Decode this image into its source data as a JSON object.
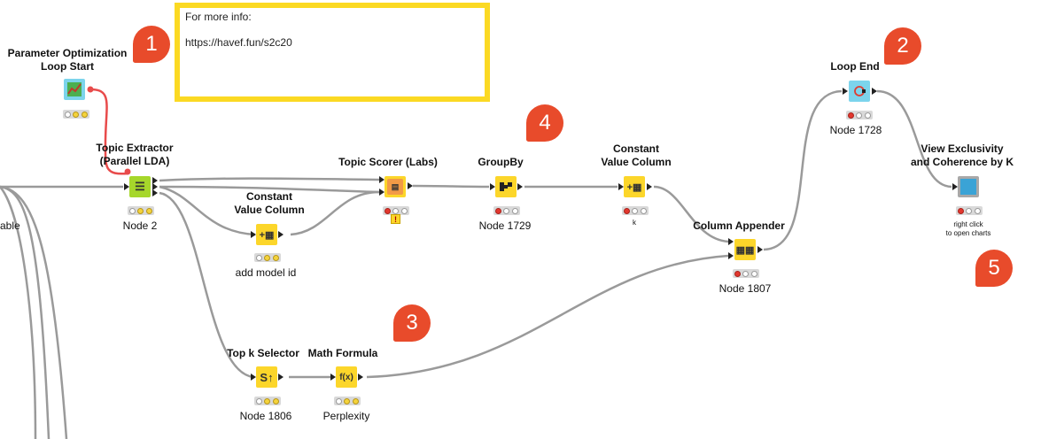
{
  "annotation": {
    "line1": "For more info:",
    "line2": "https://havef.fun/s2c20"
  },
  "nodes": {
    "param_opt": {
      "label_line1": "Parameter Optimization",
      "label_line2": "Loop Start",
      "status": [
        "gray",
        "yellow",
        "yellow"
      ]
    },
    "topic_extractor": {
      "label_line1": "Topic Extractor",
      "label_line2": "(Parallel LDA)",
      "name": "Node 2",
      "status": [
        "gray",
        "yellow",
        "yellow"
      ]
    },
    "constant_1": {
      "label_line1": "Constant",
      "label_line2": "Value Column",
      "name": "add model id",
      "status": [
        "gray",
        "yellow",
        "yellow"
      ]
    },
    "topic_scorer": {
      "label": "Topic Scorer (Labs)",
      "status": [
        "red",
        "gray",
        "gray"
      ],
      "warning": "!"
    },
    "groupby": {
      "label": "GroupBy",
      "name": "Node 1729",
      "status": [
        "red",
        "gray",
        "gray"
      ]
    },
    "constant_2": {
      "label_line1": "Constant",
      "label_line2": "Value Column",
      "name": "k",
      "status": [
        "red",
        "gray",
        "gray"
      ]
    },
    "column_appender": {
      "label": "Column Appender",
      "name": "Node 1807",
      "status": [
        "red",
        "gray",
        "gray"
      ]
    },
    "loop_end": {
      "label": "Loop End",
      "name": "Node 1728",
      "status": [
        "red",
        "gray",
        "gray"
      ]
    },
    "view": {
      "label_line1": "View Exclusivity",
      "label_line2": "and Coherence by K",
      "name_line1": "right click",
      "name_line2": "to open charts",
      "status": [
        "red",
        "gray",
        "gray"
      ]
    },
    "topk": {
      "label": "Top k Selector",
      "name": "Node 1806",
      "status": [
        "gray",
        "yellow",
        "yellow"
      ]
    },
    "math": {
      "label": "Math Formula",
      "name": "Perplexity",
      "status": [
        "gray",
        "yellow",
        "yellow"
      ]
    }
  },
  "cut_text": "able",
  "badges": [
    "1",
    "2",
    "3",
    "4",
    "5"
  ],
  "colors": {
    "accent_yellow": "#fbd923",
    "badge_red": "#e84b2b",
    "wire": "#9a9a9a",
    "flow_var_wire": "#e84b4b"
  }
}
